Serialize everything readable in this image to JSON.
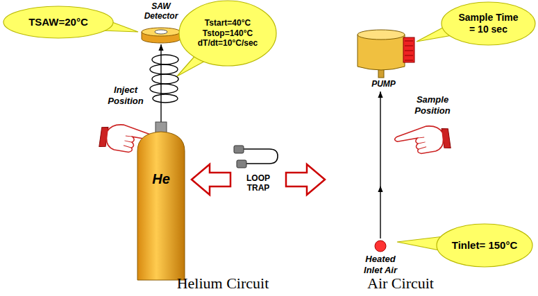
{
  "diagram": {
    "nodes": [
      {
        "text": [
          "TSAW=20°C"
        ]
      },
      {
        "text": [
          "SAW Detector"
        ]
      },
      {
        "text": [
          "Tstart=40°C Tstop=140°C dT/dt=10°C/sec"
        ]
      },
      {
        "text": [
          "PUMP"
        ]
      },
      {
        "text": [
          "Sample Time = 10 sec"
        ]
      },
      {
        "text": [
          "He"
        ]
      },
      {
        "text": [
          "Heated Inlet Air"
        ]
      },
      {
        "text": [
          "Tinlet= 150°C"
        ]
      }
    ],
    "edges": [
      {
        "from": 5,
        "to": 1,
        "arrow": "to"
      },
      {
        "from": 6,
        "to": 3,
        "arrow": "to"
      }
    ],
    "labels": [
      "Inject Position",
      "LOOP TRAP",
      "Sample Position",
      "Helium Circuit",
      "Air Circuit"
    ]
  }
}
